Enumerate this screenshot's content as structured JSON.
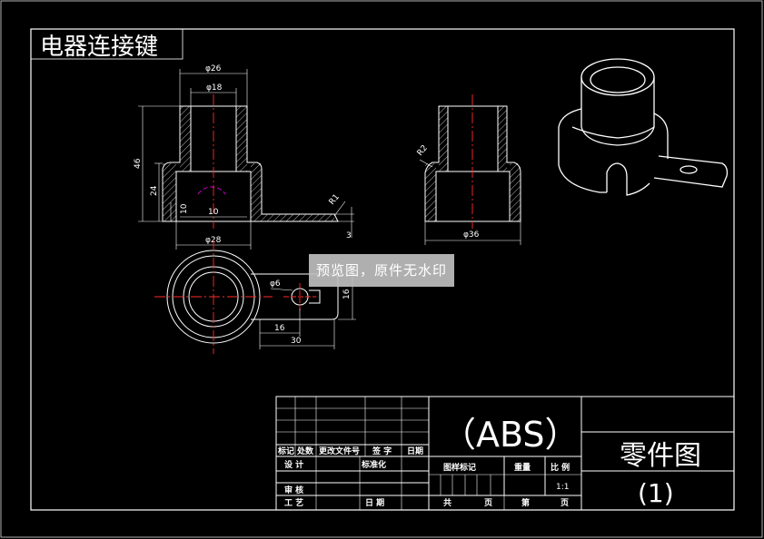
{
  "drawing_title": "电器连接键",
  "colors": {
    "background": "#000000",
    "lines": "#ffffff",
    "centerline": "#ff2a2a",
    "hidden": "#d000d0"
  },
  "dimensions": {
    "front_od_top": "φ26",
    "front_id_top": "φ18",
    "front_height": "46",
    "front_lower_height": "24",
    "front_small_10a": "10",
    "front_small_10b": "10",
    "front_base_dia": "φ28",
    "front_radius": "R1",
    "front_plate_thk": "3",
    "side_radius": "R2",
    "side_base_dia": "φ36",
    "top_hole_dia": "φ6",
    "top_width": "16",
    "top_offset": "16",
    "top_length": "30"
  },
  "watermark": "预览图，原件无水印",
  "title_block": {
    "material": "（ABS）",
    "part_type": "零件图",
    "part_number": "(1)",
    "scale": "1:1",
    "labels": {
      "mark": "标记",
      "count": "处数",
      "change_doc": "更改文件号",
      "signature": "签 字",
      "date": "日期",
      "design": "设 计",
      "standardize": "标准化",
      "review": "审 核",
      "process": "工 艺",
      "date2": "日 期",
      "stage_mark": "图样标记",
      "weight": "重量",
      "ratio": "比 例",
      "total": "共",
      "pages": "页",
      "sheet": "第",
      "pages2": "页"
    }
  }
}
